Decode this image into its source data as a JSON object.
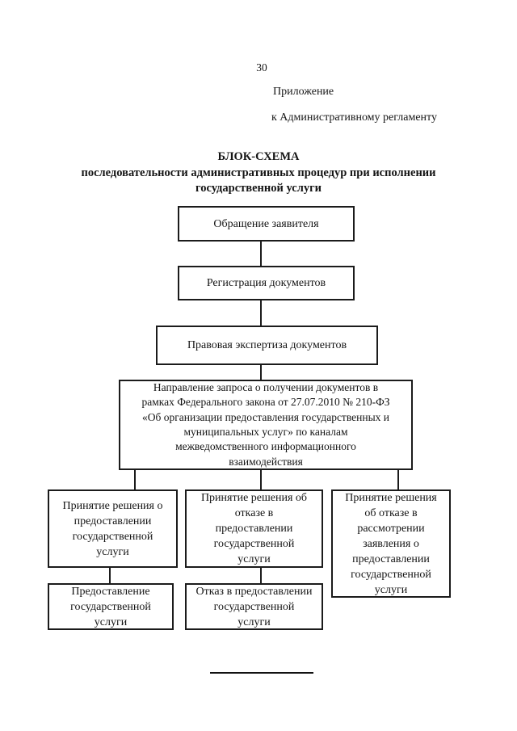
{
  "page": {
    "number": "30",
    "appendix": [
      "Приложение",
      "к Административному регламенту"
    ]
  },
  "title": {
    "heading": "БЛОК-СХЕМА",
    "subheading": [
      "последовательности административных процедур при исполнении",
      "государственной услуги"
    ]
  },
  "flowchart": {
    "nodes": [
      {
        "id": "applicant-request",
        "lines": [
          "Обращение заявителя"
        ]
      },
      {
        "id": "document-registration",
        "lines": [
          "Регистрация документов"
        ]
      },
      {
        "id": "legal-expertise",
        "lines": [
          "Правовая экспертиза документов"
        ]
      },
      {
        "id": "interagency-request",
        "lines": [
          "Направление запроса о получении документов в",
          "рамках Федерального закона от 27.07.2010 № 210-ФЗ",
          "«Об организации предоставления государственных и",
          "муниципальных услуг» по каналам",
          "межведомственного информационного",
          "взаимодействия"
        ]
      },
      {
        "id": "decision-grant-service",
        "lines": [
          "Принятие решения о",
          "предоставлении",
          "государственной",
          "услуги"
        ]
      },
      {
        "id": "decision-refuse-service",
        "lines": [
          "Принятие решения об",
          "отказе в",
          "предоставлении",
          "государственной",
          "услуги"
        ]
      },
      {
        "id": "decision-refuse-review",
        "lines": [
          "Принятие решения",
          "об отказе в",
          "рассмотрении",
          "заявления о",
          "предоставлении",
          "государственной",
          "услуги"
        ]
      },
      {
        "id": "service-granted",
        "lines": [
          "Предоставление",
          "государственной",
          "услуги"
        ]
      },
      {
        "id": "service-refused",
        "lines": [
          "Отказ в предоставлении",
          "государственной",
          "услуги"
        ]
      }
    ]
  }
}
